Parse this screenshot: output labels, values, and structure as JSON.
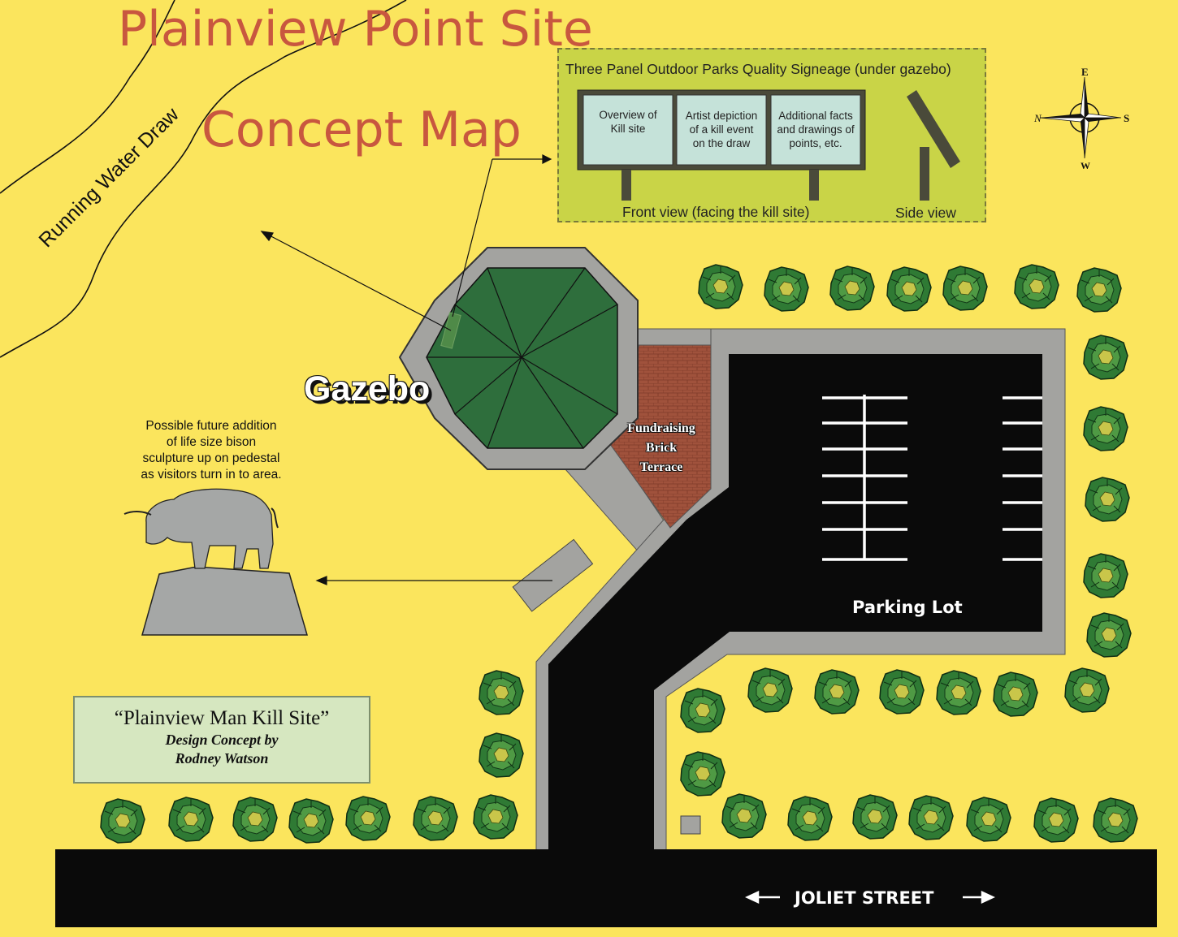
{
  "title": {
    "line1": "Plainview  Point Site",
    "line2": "Concept Map"
  },
  "river_label": "Running Water Draw",
  "signage": {
    "heading": "Three Panel Outdoor Parks Quality Signeage (under gazebo)",
    "panels": [
      "Overview of\nKill site",
      "Artist depiction\nof a kill event\non the draw",
      "Additional facts\nand drawings of\npoints, etc."
    ],
    "front_view_label": "Front view (facing the kill site)",
    "side_view_label": "Side view"
  },
  "compass": {
    "north": "N",
    "east": "E",
    "south": "S",
    "west": "W"
  },
  "gazebo_label": "Gazebo",
  "terrace_label": [
    "Fundraising",
    "Brick",
    "Terrace"
  ],
  "bison_note": [
    "Possible future addition",
    "of life size bison",
    "sculpture up on pedestal",
    "as visitors turn in to area."
  ],
  "parking_label": "Parking Lot",
  "street_label": "JOLIET STREET",
  "credit": {
    "title": "“Plainview Man Kill Site”",
    "line1": "Design Concept by",
    "line2": "Rodney Watson"
  },
  "colors": {
    "background": "#fbe55d",
    "title": "#c8573f",
    "asphalt": "#0a0a0a",
    "walkway": "#a3a3a0",
    "gazebo_roof": "#2e6e3c",
    "brick": "#a0523c",
    "tree": "#2f7a34",
    "tree_center": "#c9c64a",
    "signage_bg": "#c9d447",
    "credit_bg": "#d6e7c0"
  }
}
